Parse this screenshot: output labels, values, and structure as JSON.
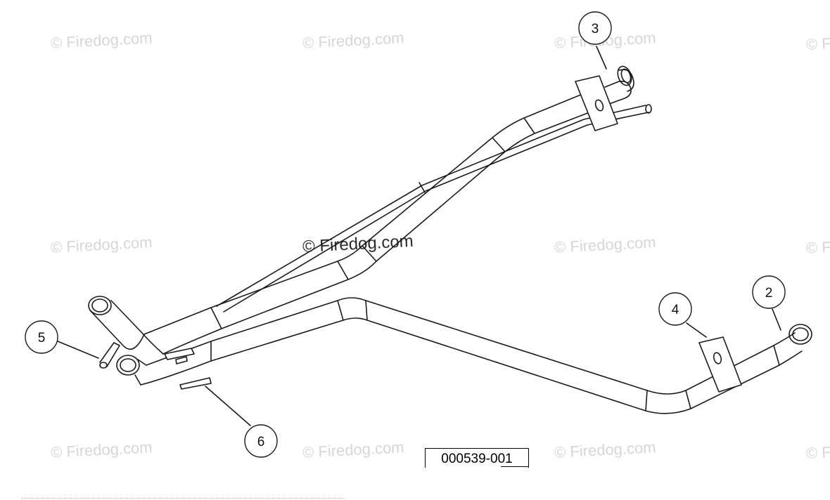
{
  "watermark_text": "© Firedog.com",
  "callouts": {
    "c2": "2",
    "c3": "3",
    "c4": "4",
    "c5": "5",
    "c6": "6"
  },
  "reference_number": "000539-001",
  "colors": {
    "line": "#1a1a1a",
    "watermark": "#d6d6d6",
    "background": "#ffffff"
  }
}
